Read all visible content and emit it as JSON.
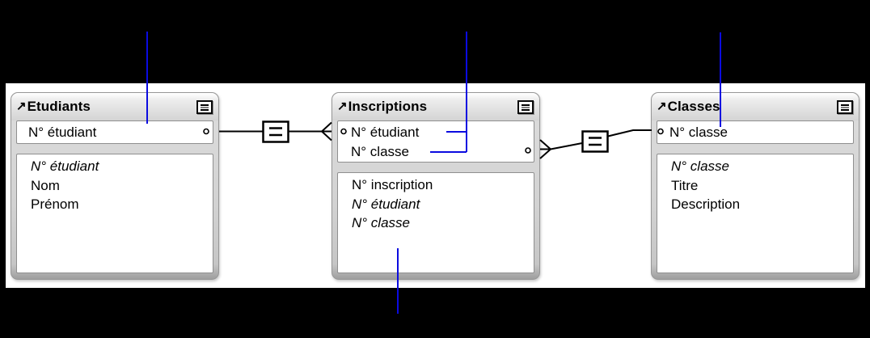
{
  "icons": {
    "table_arrow": "↗"
  },
  "colors": {
    "annotation_blue": "#0b0be0",
    "line_black": "#000000",
    "frame_gray": "#d2d2d2",
    "canvas_white": "#ffffff"
  },
  "tables": [
    {
      "title": "Etudiants",
      "key_fields": [
        {
          "label": "N° étudiant"
        }
      ],
      "fields": [
        {
          "label": "N° étudiant",
          "style": "italic"
        },
        {
          "label": "Nom",
          "style": "normal"
        },
        {
          "label": "Prénom",
          "style": "normal"
        }
      ]
    },
    {
      "title": "Inscriptions",
      "key_fields": [
        {
          "label": "N° étudiant"
        },
        {
          "label": "N° classe"
        }
      ],
      "fields": [
        {
          "label": "N° inscription",
          "style": "normal"
        },
        {
          "label": "N° étudiant",
          "style": "italic"
        },
        {
          "label": "N° classe",
          "style": "italic"
        }
      ]
    },
    {
      "title": "Classes",
      "key_fields": [
        {
          "label": "N° classe"
        }
      ],
      "fields": [
        {
          "label": "N° classe",
          "style": "italic"
        },
        {
          "label": "Titre",
          "style": "normal"
        },
        {
          "label": "Description",
          "style": "normal"
        }
      ]
    }
  ],
  "relationships": [
    {
      "from_table": "Etudiants",
      "from_field": "N° étudiant",
      "to_table": "Inscriptions",
      "to_field": "N° étudiant",
      "operator": "="
    },
    {
      "from_table": "Inscriptions",
      "from_field": "N° classe",
      "to_table": "Classes",
      "to_field": "N° classe",
      "operator": "="
    }
  ]
}
